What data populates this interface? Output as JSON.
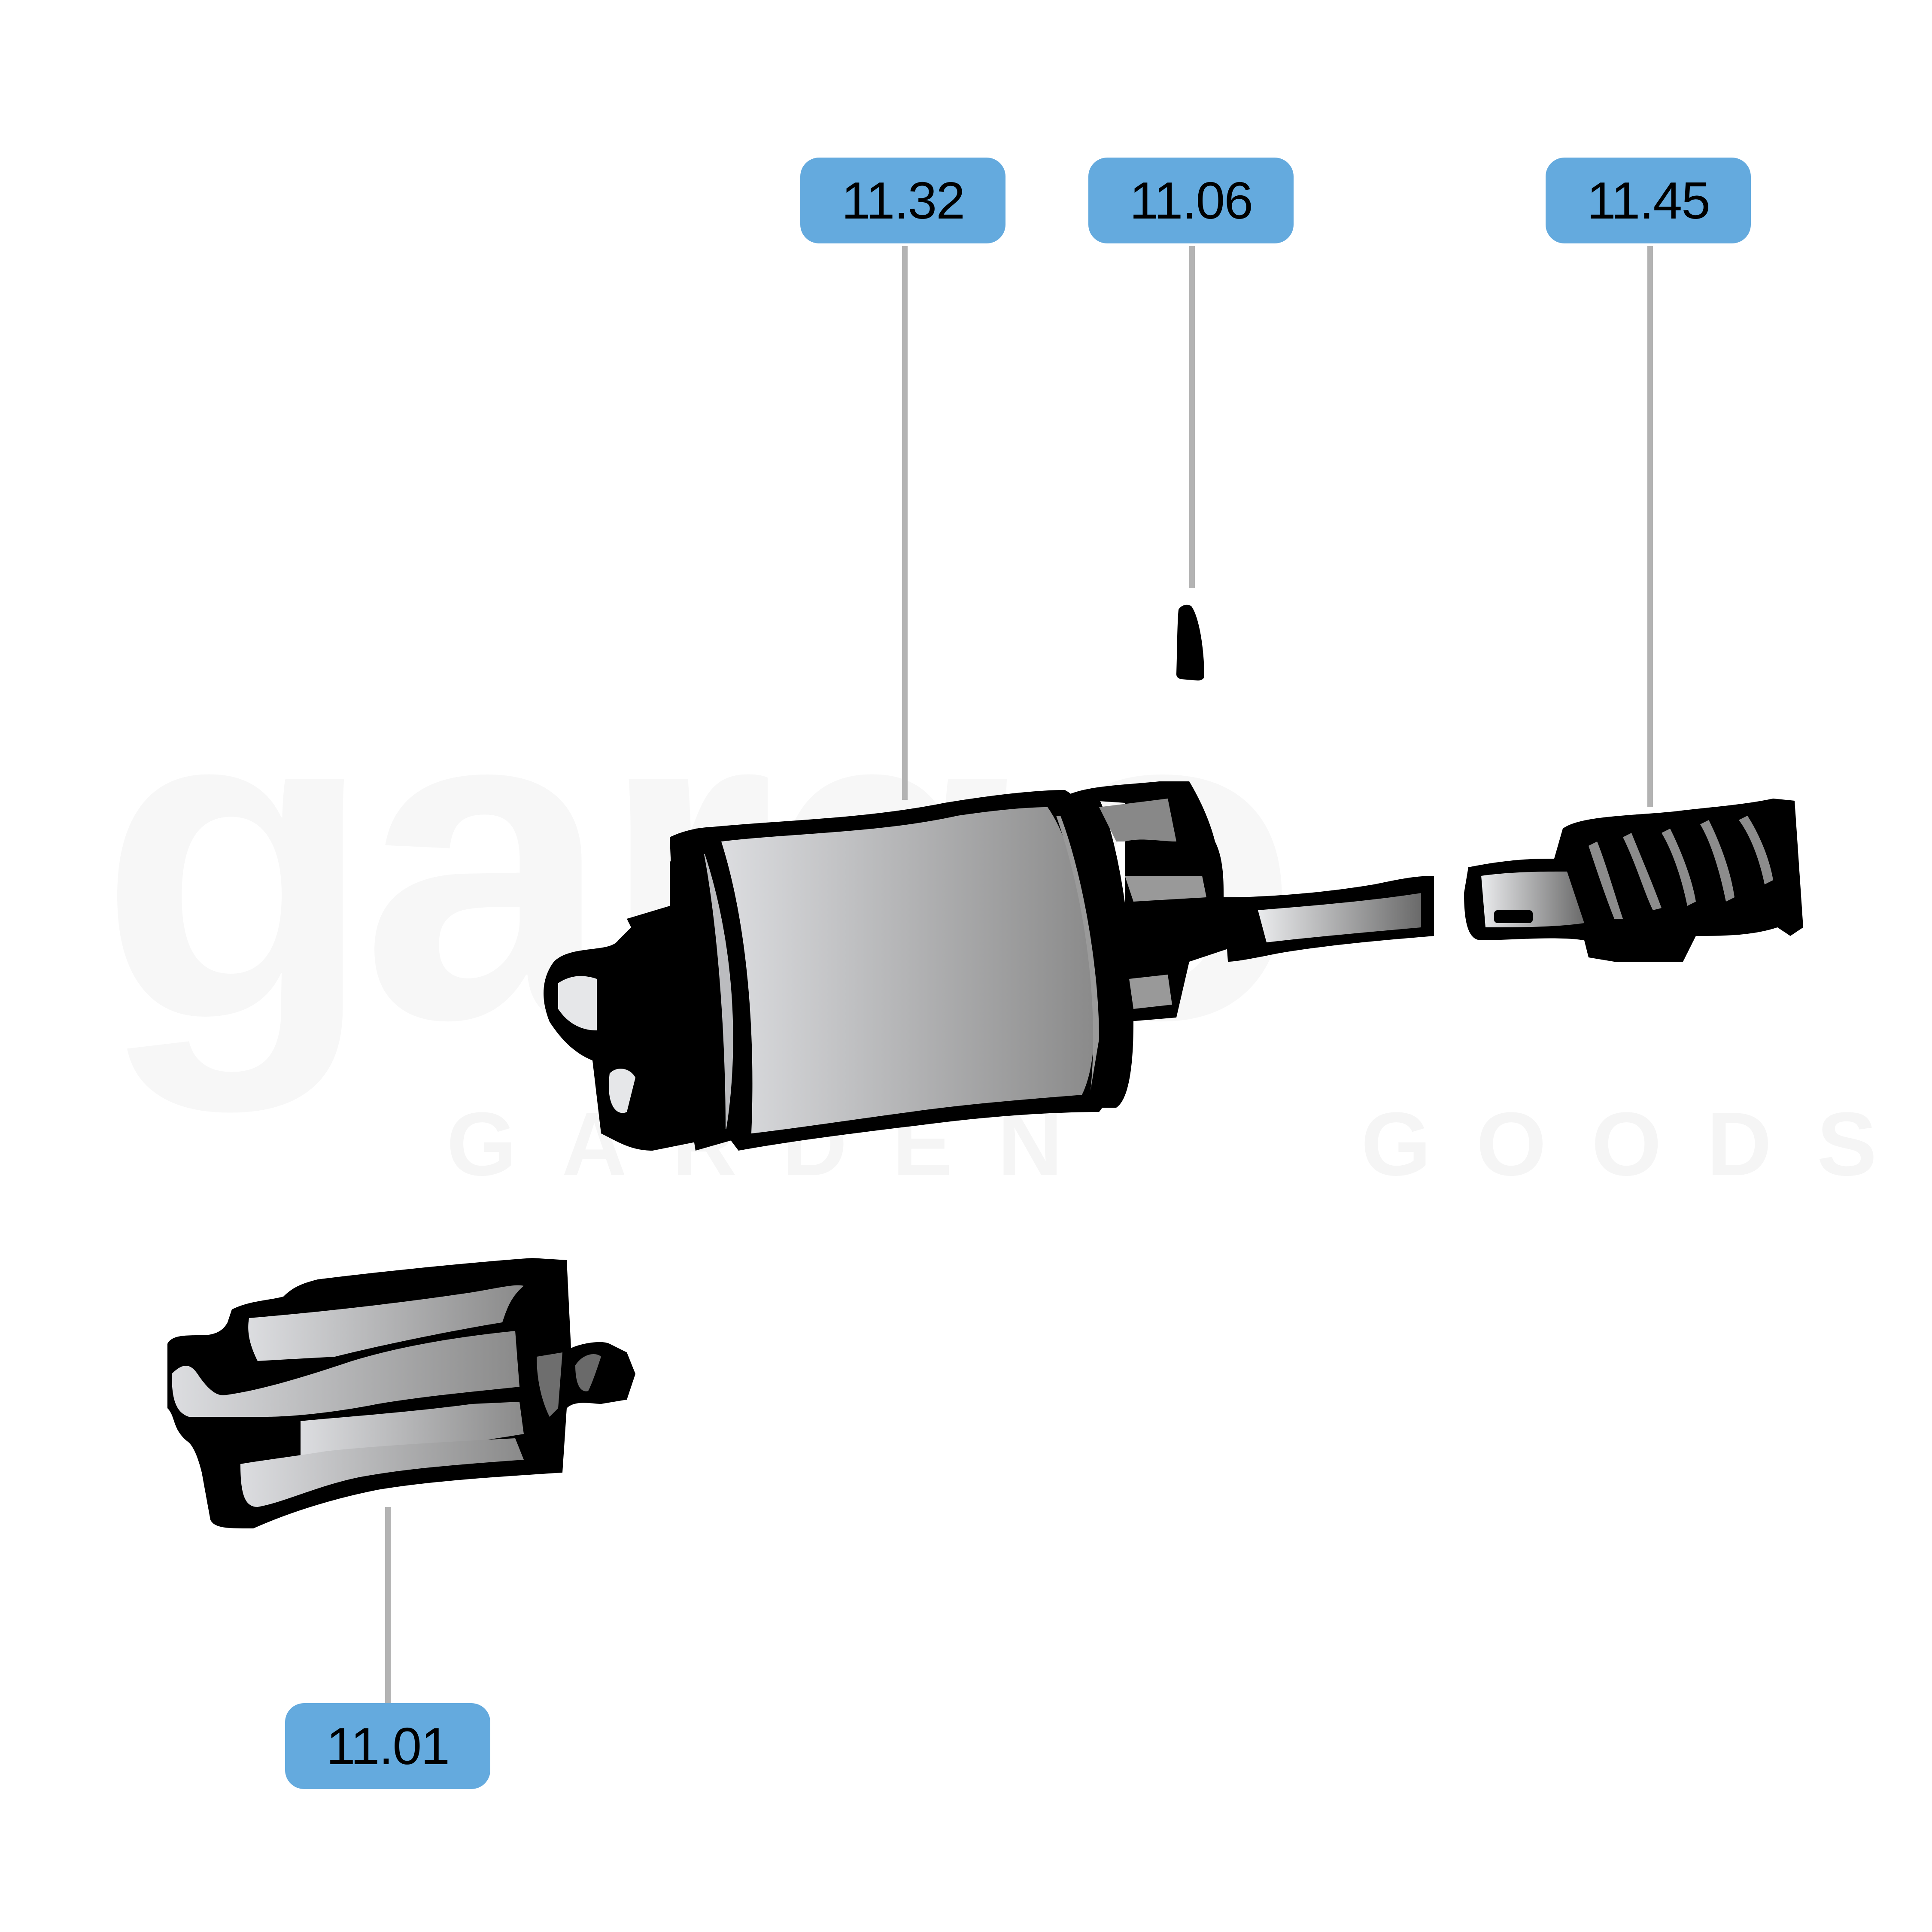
{
  "watermark": {
    "brand": "gargo",
    "tagline_left": "GARDEN",
    "tagline_right": "GOODS"
  },
  "diagram": {
    "type": "exploded-parts-diagram",
    "callouts": [
      {
        "id": "11.32",
        "label": "11.32",
        "part": "armature"
      },
      {
        "id": "11.06",
        "label": "11.06",
        "part": "pin"
      },
      {
        "id": "11.45",
        "label": "11.45",
        "part": "worm-gear-shaft"
      },
      {
        "id": "11.01",
        "label": "11.01",
        "part": "brush-holder"
      }
    ]
  },
  "colors": {
    "callout_bg": "#64aade",
    "leader_line": "#b3b3b3",
    "outline": "#000000",
    "part_gradient_light": "#e9eaec",
    "part_gradient_dark": "#6e6e6e",
    "watermark": "#f6f6f6"
  }
}
